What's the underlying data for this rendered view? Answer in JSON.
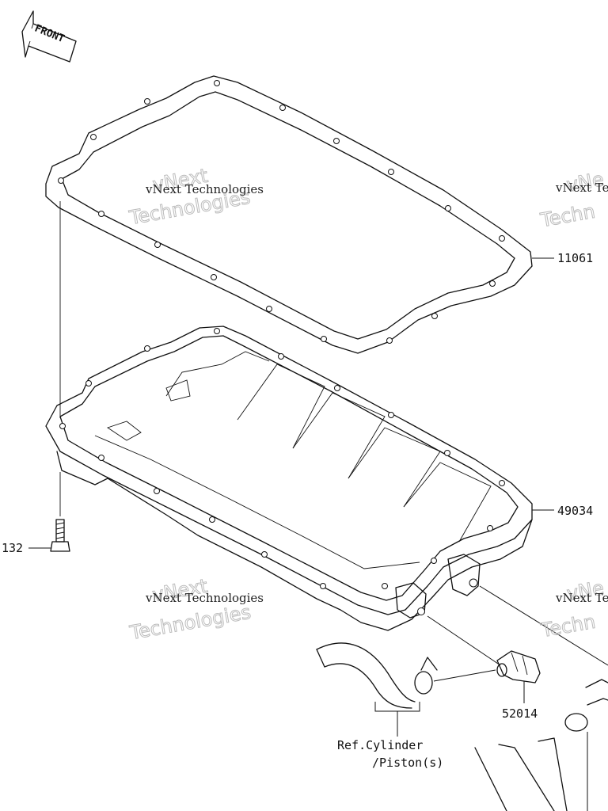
{
  "front_indicator": {
    "label": "FRONT"
  },
  "parts": [
    {
      "number": "11061"
    },
    {
      "number": "49034"
    },
    {
      "number": "132"
    },
    {
      "number": "52014"
    }
  ],
  "reference": {
    "line1": "Ref.Cylinder",
    "line2": "/Piston(s)"
  },
  "watermarks": [
    {
      "small": "vNext Technologies",
      "big_top": "vNext",
      "big_bottom": "Technologies"
    },
    {
      "small": "vNext Te",
      "big_top": "vNe",
      "big_bottom": "Techn"
    },
    {
      "small": "vNext Technologies",
      "big_top": "vNext",
      "big_bottom": "Technologies"
    },
    {
      "small": "vNext Te",
      "big_top": "vNe",
      "big_bottom": "Techn"
    }
  ]
}
